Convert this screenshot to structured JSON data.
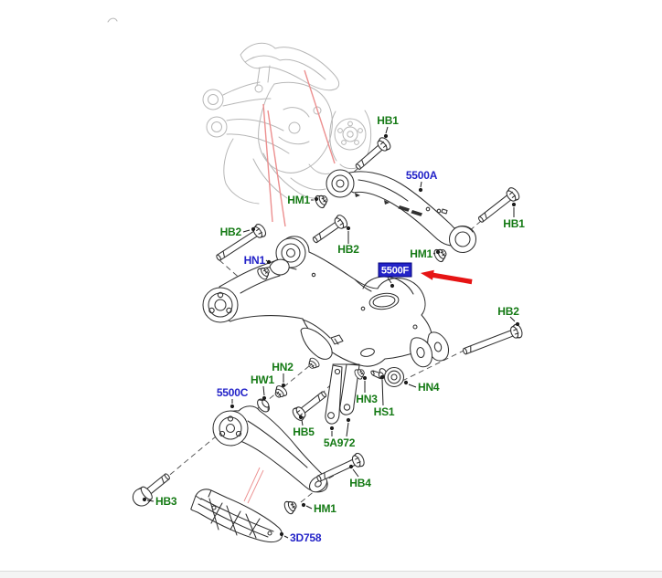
{
  "diagram": {
    "type": "exploded-parts-diagram",
    "subject": "rear-suspension-arms-and-links",
    "background": "#ffffff",
    "colors": {
      "hardware_label": "#157a15",
      "part_label": "#2323c8",
      "highlight_background": "#2323c8",
      "highlight_text": "#ffffff",
      "callout_line": "#ec8f8f",
      "arrow": "#e61414",
      "line_work": "#303030",
      "ghost_line_work": "#b7b7b7",
      "footer_bar": "#f4f4f4"
    },
    "highlighted_label": {
      "text": "5500F"
    },
    "arrow": {
      "type": "red-arrow",
      "points_to": "5500F"
    },
    "labels": [
      {
        "id": "hb1-upper",
        "text": "HB1",
        "style": "green"
      },
      {
        "id": "5500a",
        "text": "5500A",
        "style": "blue"
      },
      {
        "id": "hb1-right",
        "text": "HB1",
        "style": "green"
      },
      {
        "id": "hm1-upper",
        "text": "HM1",
        "style": "green"
      },
      {
        "id": "hm1-middle",
        "text": "HM1",
        "style": "green"
      },
      {
        "id": "hb2-left",
        "text": "HB2",
        "style": "green"
      },
      {
        "id": "hb2-middle",
        "text": "HB2",
        "style": "green"
      },
      {
        "id": "hn1",
        "text": "HN1",
        "style": "blue"
      },
      {
        "id": "hb2-right",
        "text": "HB2",
        "style": "green"
      },
      {
        "id": "hn2",
        "text": "HN2",
        "style": "green"
      },
      {
        "id": "hw1",
        "text": "HW1",
        "style": "green"
      },
      {
        "id": "5500c",
        "text": "5500C",
        "style": "blue"
      },
      {
        "id": "hb5",
        "text": "HB5",
        "style": "green"
      },
      {
        "id": "5a972",
        "text": "5A972",
        "style": "green"
      },
      {
        "id": "hn3",
        "text": "HN3",
        "style": "green"
      },
      {
        "id": "hs1",
        "text": "HS1",
        "style": "green"
      },
      {
        "id": "hn4",
        "text": "HN4",
        "style": "green"
      },
      {
        "id": "hb4",
        "text": "HB4",
        "style": "green"
      },
      {
        "id": "hm1-lower",
        "text": "HM1",
        "style": "green"
      },
      {
        "id": "hb3",
        "text": "HB3",
        "style": "green"
      },
      {
        "id": "3d758",
        "text": "3D758",
        "style": "blue"
      }
    ],
    "footer_bar": {
      "color": "#f4f4f4"
    }
  }
}
